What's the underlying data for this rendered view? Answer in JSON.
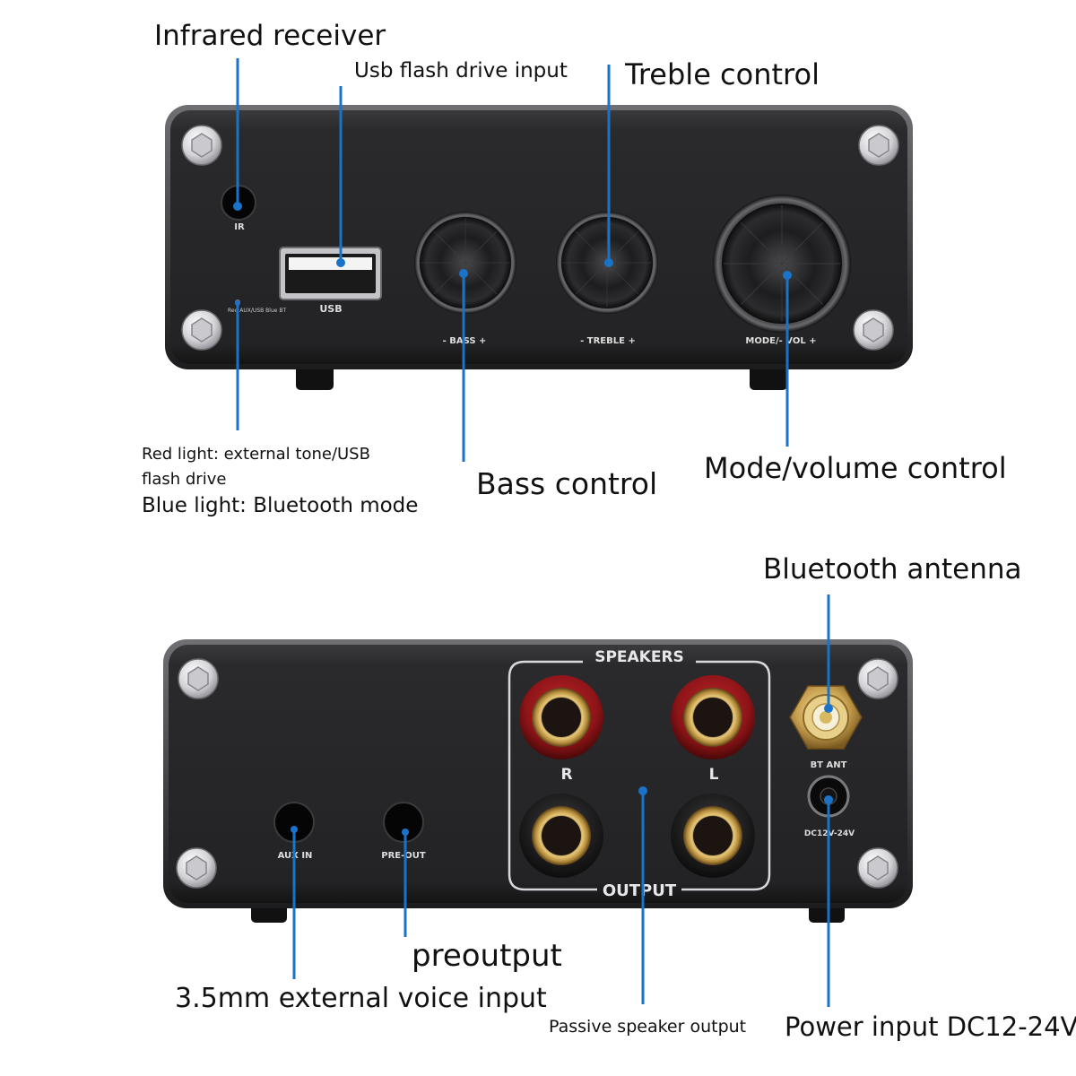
{
  "front_panel": {
    "labels": {
      "ir": "IR",
      "usb": "USB",
      "led": "Red AUX/USB Blue BT",
      "bass": "- BASS +",
      "treble": "- TREBLE +",
      "mode_vol": "MODE/- VOL +"
    }
  },
  "rear_panel": {
    "labels": {
      "speakers": "SPEAKERS",
      "output": "OUTPUT",
      "right": "R",
      "left": "L",
      "bt_ant": "BT ANT",
      "dc": "DC12V-24V",
      "aux_in": "AUX IN",
      "pre_out": "PRE-OUT"
    }
  },
  "callouts": {
    "infrared_receiver": "Infrared receiver",
    "usb_input": "Usb flash drive input",
    "treble_control": "Treble control",
    "bass_control": "Bass control",
    "mode_volume_control": "Mode/volume control",
    "red_light": "Red light: external tone/USB flash drive",
    "blue_light": "Blue light: Bluetooth mode",
    "bluetooth_antenna": "Bluetooth antenna",
    "preoutput": "preoutput",
    "aux_input": "3.5mm external voice input",
    "passive_output": "Passive speaker output",
    "power_input": "Power input DC12-24V"
  },
  "colors": {
    "leader_line": "#1a73c8",
    "chassis": "#2a2a2c",
    "binding_post_red": "#8e1418",
    "gold": "#c8a050"
  }
}
